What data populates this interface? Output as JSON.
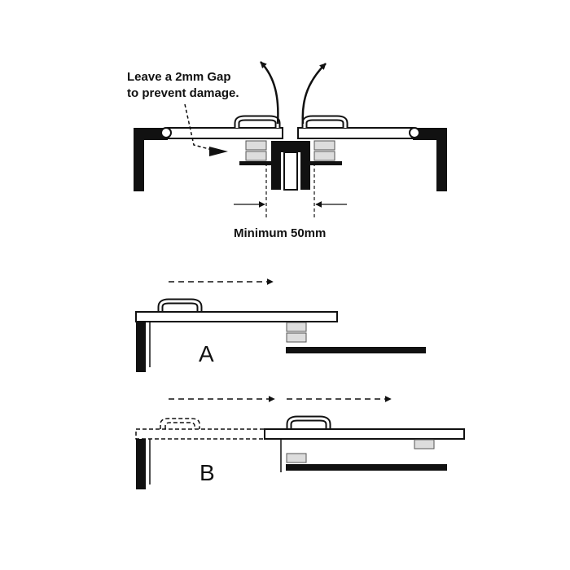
{
  "annotations": {
    "gap_line1": "Leave a 2mm Gap",
    "gap_line2": "to prevent damage.",
    "minimum": "Minimum 50mm"
  },
  "panels": {
    "a_label": "A",
    "b_label": "B"
  },
  "colors": {
    "ink": "#111111",
    "pad": "#dddddd",
    "background": "#ffffff"
  }
}
